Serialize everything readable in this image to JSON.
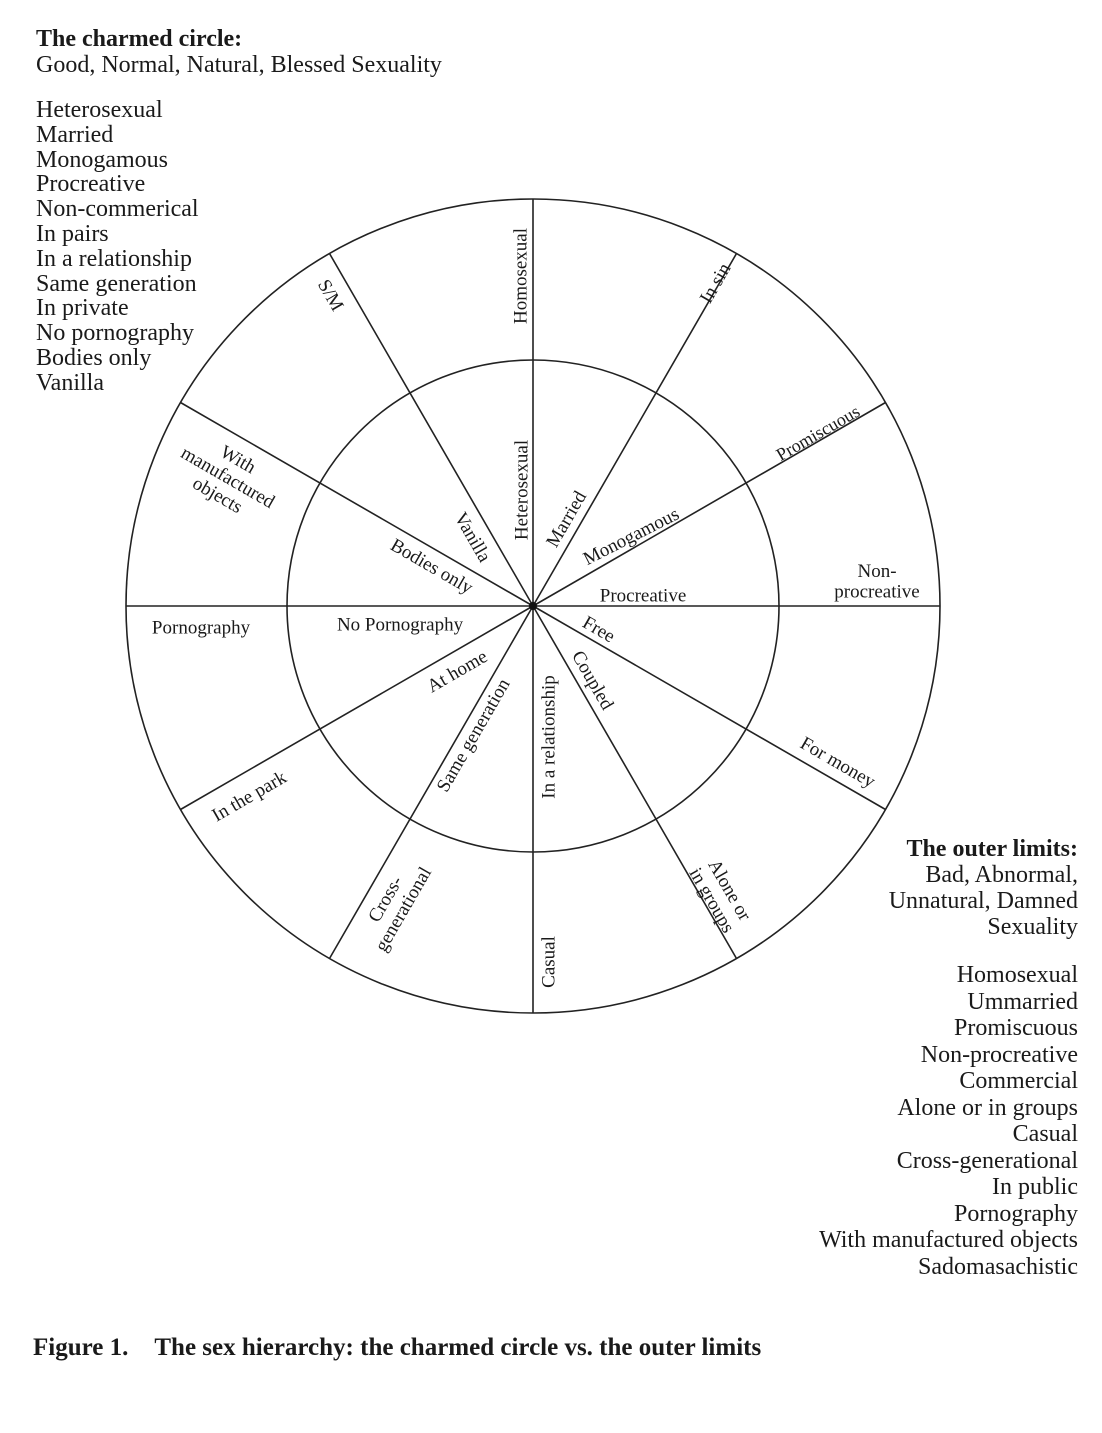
{
  "charmed": {
    "heading": "The charmed circle:",
    "subtitle": "Good, Normal, Natural, Blessed Sexuality",
    "items": [
      "Heterosexual",
      "Married",
      "Monogamous",
      "Procreative",
      "Non-commerical",
      "In pairs",
      "In a relationship",
      "Same generation",
      "In private",
      "No pornography",
      "Bodies only",
      "Vanilla"
    ]
  },
  "outer": {
    "heading": "The outer limits:",
    "subtitle_lines": [
      "Bad, Abnormal,",
      "Unnatural, Damned",
      "Sexuality"
    ],
    "items": [
      "Homosexual",
      "Ummarried",
      "Promiscuous",
      "Non-procreative",
      "Commercial",
      "Alone or in groups",
      "Casual",
      "Cross-generational",
      "In public",
      "Pornography",
      "With manufactured objects",
      "Sadomasachistic"
    ]
  },
  "wheel": {
    "inner_labels": [
      "Heterosexual",
      "Married",
      "Monogamous",
      "Procreative",
      "Free",
      "Coupled",
      "In a relationship",
      "Same generation",
      "At home",
      "No Pornography",
      "Bodies only",
      "Vanilla"
    ],
    "outer_labels": [
      [
        "Homosexual"
      ],
      [
        "In sin"
      ],
      [
        "Promiscuous"
      ],
      [
        "Non-",
        "procreative"
      ],
      [
        "For money"
      ],
      [
        "Alone or",
        "in groups"
      ],
      [
        "Casual"
      ],
      [
        "Cross-",
        "generational"
      ],
      [
        "In the park"
      ],
      [
        "Pornography"
      ],
      [
        "With",
        "manufactured",
        "objects"
      ],
      [
        "S/M"
      ]
    ]
  },
  "caption": {
    "number": "Figure 1.",
    "text": "The sex hierarchy: the charmed circle vs. the outer limits"
  }
}
